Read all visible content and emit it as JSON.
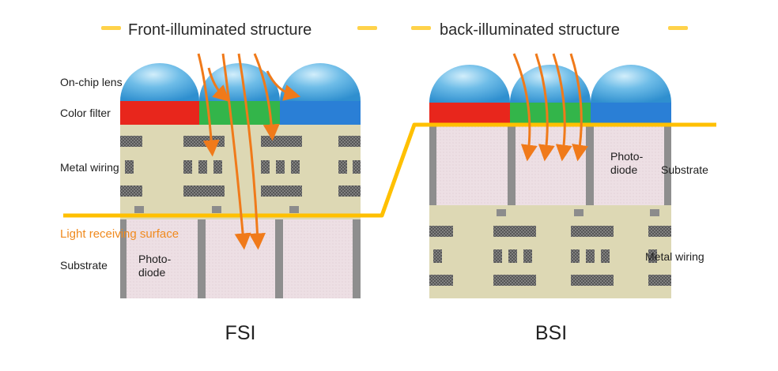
{
  "fsi": {
    "title": "Front-illuminated structure",
    "labels": {
      "lens": "On-chip lens",
      "filter": "Color filter",
      "wiring": "Metal wiring",
      "surface": "Light receiving surface",
      "substrate": "Substrate",
      "photodiode_line1": "Photo-",
      "photodiode_line2": "diode"
    },
    "caption": "FSI"
  },
  "bsi": {
    "title": "back-illuminated structure",
    "labels": {
      "photodiode_line1": "Photo-",
      "photodiode_line2": "diode",
      "substrate": "Substrate",
      "wiring": "Metal wiring"
    },
    "caption": "BSI"
  },
  "colors": {
    "lens": "#5aaee0",
    "red_filter": "#e8261c",
    "green_filter": "#33b54a",
    "blue_filter": "#2a7fd6",
    "wiring_layer": "#ddd8b4",
    "substrate": "#eddfe4",
    "wire": "#4a4a4a",
    "light_arrow": "#f07a1a",
    "surface_line": "#ffc000"
  }
}
